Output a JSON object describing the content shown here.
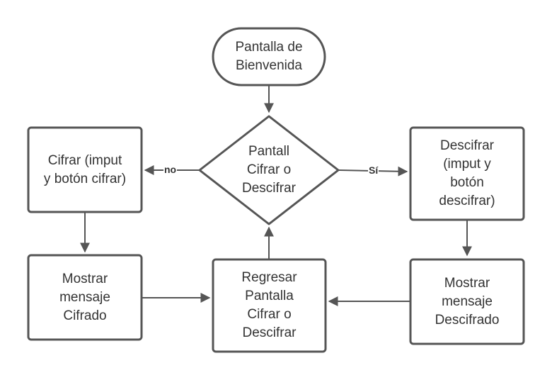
{
  "colors": {
    "stroke": "#555555",
    "text": "#333333",
    "background": "#ffffff"
  },
  "nodes": {
    "start": "Pantalla de\nBienvenida",
    "decision": "Pantall\nCifrar o\nDescifrar",
    "encrypt": "Cifrar (imput\ny botón cifrar)",
    "decrypt": "Descifrar\n(imput y\nbotón\ndescifrar)",
    "show_encrypted": "Mostrar\nmensaje\nCifrado",
    "return": "Regresar\nPantalla\nCifrar o\nDescifrar",
    "show_decrypted": "Mostrar\nmensaje\nDescifrado"
  },
  "edge_labels": {
    "no": "no",
    "yes": "Sí"
  }
}
